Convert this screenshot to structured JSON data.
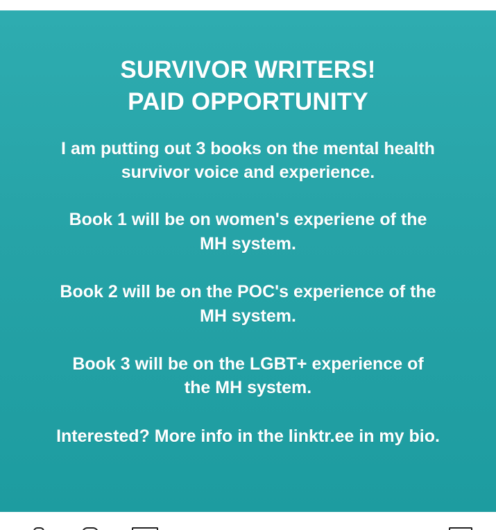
{
  "post": {
    "headline_line1": "SURVIVOR WRITERS!",
    "headline_line2": "PAID OPPORTUNITY",
    "intro_line1": "I am putting out 3 books on the mental health",
    "intro_line2": "survivor voice and experience.",
    "book1_line1": "Book 1 will be on women's experiene of the",
    "book1_line2": "MH system.",
    "book2_line1": "Book 2 will be on the POC's experience of the",
    "book2_line2": "MH system.",
    "book3_line1": "Book 3 will be on the LGBT+ experience of",
    "book3_line2": "the MH system.",
    "cta": "Interested? More info in the linktr.ee in my bio."
  },
  "action_bar": {
    "icons": [
      "heart-icon",
      "comment-icon",
      "share-icon",
      "bookmark-icon"
    ]
  },
  "colors": {
    "background": "#26a3a7",
    "text": "#ffffff",
    "page": "#ffffff"
  }
}
